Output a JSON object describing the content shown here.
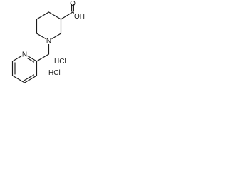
{
  "molecule": {
    "atom_labels": {
      "ring_nitrogen": "N",
      "pyridine_nitrogen": "N",
      "carbonyl_oxygen": "O",
      "hydroxyl": "OH"
    },
    "salt_labels": [
      "HCl",
      "HCl"
    ]
  },
  "colors": {
    "bond": "#1a1a1a",
    "background": "#ffffff"
  }
}
